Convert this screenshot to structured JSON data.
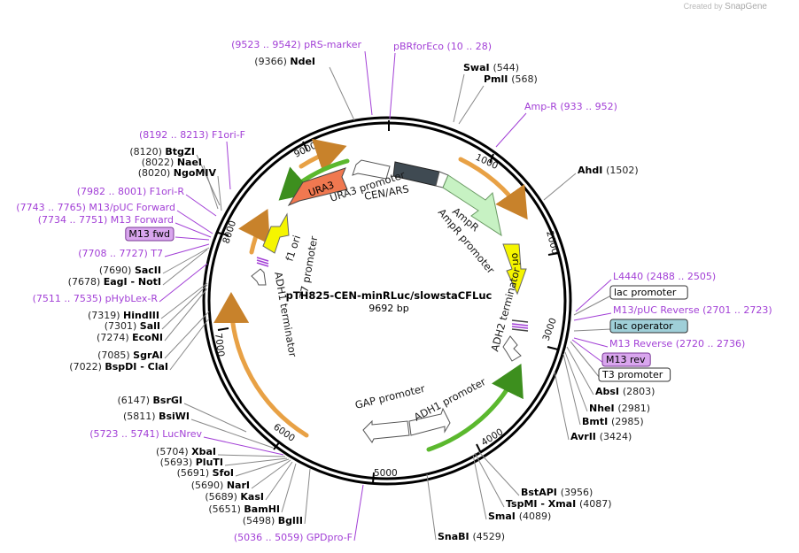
{
  "watermark": {
    "created_by": "Created by",
    "brand": "SnapGene"
  },
  "plasmid": {
    "name": "pTH825-CEN-minRLuc/slowstaCFLuc",
    "length": "9692 bp"
  },
  "ticks": [
    "1000",
    "2000",
    "3000",
    "4000",
    "5000",
    "6000",
    "7000",
    "8000",
    "9000"
  ],
  "colors": {
    "backbone": "#000000",
    "orange_feature": "#e8a145",
    "green_feature": "#5bb82e",
    "ura3": "#f07850",
    "ampr": "#c7f2c3",
    "ori": "#f5f500",
    "cen_ars": "#3f4a52",
    "primer": "#a23fd6",
    "lac_operator_box": "#9fcfd8",
    "primer_box": "#d9a6ee"
  },
  "feature_labels": {
    "ura3": "URA3",
    "ura3_promoter": "URA3 promoter",
    "cen_ars": "CEN/ARS",
    "ampr": "AmpR",
    "ampr_promoter": "AmpR promoter",
    "ori": "ori",
    "adh2_terminator": "ADH2 terminator",
    "f1_ori": "f1 ori",
    "t7_promoter": "T7 promoter",
    "adh1_terminator": "ADH1 terminator",
    "gap_promoter": "GAP promoter",
    "adh1_promoter": "ADH1 promoter"
  },
  "left_labels": [
    {
      "pos": "(9523 .. 9542)",
      "name": "pRS-marker",
      "kind": "primer"
    },
    {
      "pos": "(9366)",
      "name": "NdeI",
      "kind": "site"
    },
    {
      "pos": "(8192 .. 8213)",
      "name": "F1ori-F",
      "kind": "primer"
    },
    {
      "pos": "(8120)",
      "name": "BtgZI",
      "kind": "site"
    },
    {
      "pos": "(8022)",
      "name": "NaeI",
      "kind": "site"
    },
    {
      "pos": "(8020)",
      "name": "NgoMIV",
      "kind": "site"
    },
    {
      "pos": "(7982 .. 8001)",
      "name": "F1ori-R",
      "kind": "primer"
    },
    {
      "pos": "(7743 .. 7765)",
      "name": "M13/pUC Forward",
      "kind": "primer"
    },
    {
      "pos": "(7734 .. 7751)",
      "name": "M13 Forward",
      "kind": "primer"
    },
    {
      "pos": "",
      "name": "M13 fwd",
      "kind": "boxprimer"
    },
    {
      "pos": "(7708 .. 7727)",
      "name": "T7",
      "kind": "primer"
    },
    {
      "pos": "(7690)",
      "name": "SacII",
      "kind": "site"
    },
    {
      "pos": "(7678)",
      "name": "EagI - NotI",
      "kind": "site"
    },
    {
      "pos": "(7511 .. 7535)",
      "name": "pHybLex-R",
      "kind": "primer"
    },
    {
      "pos": "(7319)",
      "name": "HindIII",
      "kind": "site"
    },
    {
      "pos": "(7301)",
      "name": "SalI",
      "kind": "site"
    },
    {
      "pos": "(7274)",
      "name": "EcoNI",
      "kind": "site"
    },
    {
      "pos": "(7085)",
      "name": "SgrAI",
      "kind": "site"
    },
    {
      "pos": "(7022)",
      "name": "BspDI - ClaI",
      "kind": "site"
    },
    {
      "pos": "(6147)",
      "name": "BsrGI",
      "kind": "site"
    },
    {
      "pos": "(5811)",
      "name": "BsiWI",
      "kind": "site"
    },
    {
      "pos": "(5723 .. 5741)",
      "name": "LucNrev",
      "kind": "primer"
    },
    {
      "pos": "(5704)",
      "name": "XbaI",
      "kind": "site"
    },
    {
      "pos": "(5693)",
      "name": "PluTI",
      "kind": "site"
    },
    {
      "pos": "(5691)",
      "name": "SfoI",
      "kind": "site"
    },
    {
      "pos": "(5690)",
      "name": "NarI",
      "kind": "site"
    },
    {
      "pos": "(5689)",
      "name": "KasI",
      "kind": "site"
    },
    {
      "pos": "(5651)",
      "name": "BamHI",
      "kind": "site"
    },
    {
      "pos": "(5498)",
      "name": "BglII",
      "kind": "site"
    },
    {
      "pos": "(5036 .. 5059)",
      "name": "GPDpro-F",
      "kind": "primer"
    }
  ],
  "right_labels": [
    {
      "pos": "(10 .. 28)",
      "name": "pBRforEco",
      "kind": "primer"
    },
    {
      "pos": "(544)",
      "name": "SwaI",
      "kind": "site"
    },
    {
      "pos": "(568)",
      "name": "PmlI",
      "kind": "site"
    },
    {
      "pos": "(933 .. 952)",
      "name": "Amp-R",
      "kind": "primer"
    },
    {
      "pos": "(1502)",
      "name": "AhdI",
      "kind": "site"
    },
    {
      "pos": "(2488 .. 2505)",
      "name": "L4440",
      "kind": "primer"
    },
    {
      "pos": "",
      "name": "lac promoter",
      "kind": "boxfeature"
    },
    {
      "pos": "(2701 .. 2723)",
      "name": "M13/pUC Reverse",
      "kind": "primer"
    },
    {
      "pos": "",
      "name": "lac operator",
      "kind": "boxoperator"
    },
    {
      "pos": "(2720 .. 2736)",
      "name": "M13 Reverse",
      "kind": "primer"
    },
    {
      "pos": "",
      "name": "M13 rev",
      "kind": "boxprimer"
    },
    {
      "pos": "",
      "name": "T3 promoter",
      "kind": "boxfeature"
    },
    {
      "pos": "(2803)",
      "name": "AbsI",
      "kind": "site"
    },
    {
      "pos": "(2981)",
      "name": "NheI",
      "kind": "site"
    },
    {
      "pos": "(2985)",
      "name": "BmtI",
      "kind": "site"
    },
    {
      "pos": "(3424)",
      "name": "AvrII",
      "kind": "site"
    },
    {
      "pos": "(3956)",
      "name": "BstAPI",
      "kind": "site"
    },
    {
      "pos": "(4087)",
      "name": "TspMI - XmaI",
      "kind": "site"
    },
    {
      "pos": "(4089)",
      "name": "SmaI",
      "kind": "site"
    },
    {
      "pos": "(4529)",
      "name": "SnaBI",
      "kind": "site"
    }
  ]
}
